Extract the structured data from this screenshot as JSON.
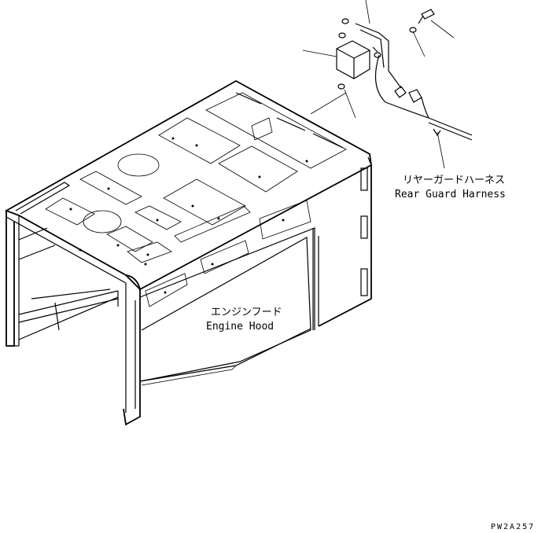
{
  "labels": {
    "harness_jp": "リヤーガードハーネス",
    "harness_en": "Rear Guard Harness",
    "hood_jp": "エンジンフード",
    "hood_en": "Engine Hood",
    "drawing_code": "PW2A257"
  }
}
